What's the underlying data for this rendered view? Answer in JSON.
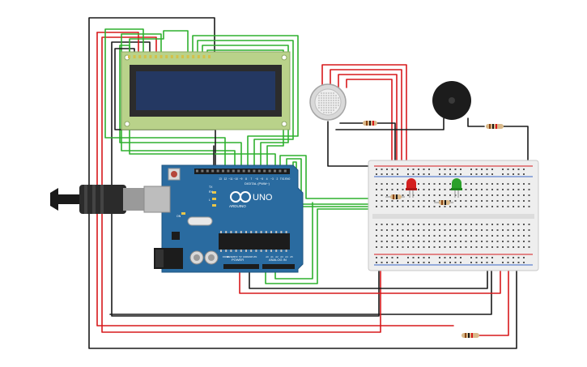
{
  "arduino": {
    "brand": "ARDUINO",
    "model": "UNO",
    "digital_label": "DIGITAL (PWM~)",
    "power_label": "POWER",
    "analog_label": "ANALOG IN",
    "tx_label": "TX",
    "rx_label": "RX",
    "l_label": "L",
    "on_label": "ON",
    "aref_label": "AREF",
    "gnd_label": "GND",
    "digital_pins": [
      "13",
      "12",
      "~11",
      "~10",
      "~9",
      "8",
      "7",
      "~6",
      "~5",
      "4",
      "~3",
      "2",
      "TX1",
      "RX0"
    ],
    "power_pins": [
      "IOREF",
      "RESET",
      "3V3",
      "5V",
      "GND",
      "GND",
      "VIN"
    ],
    "analog_pins": [
      "A0",
      "A1",
      "A2",
      "A3",
      "A4",
      "A5"
    ]
  },
  "colors": {
    "board": "#2a6ba0",
    "lcd_frame": "#b9d28a",
    "lcd_screen": "#243862",
    "wire_black": "#1a1a1a",
    "wire_red": "#d7191c",
    "wire_green": "#2fb02f",
    "breadboard": "#f0f0f0",
    "led_red": "#d42020",
    "led_green": "#2aa02a"
  },
  "components": {
    "lcd": "lcd-16x2",
    "gas_sensor": "gas-sensor",
    "buzzer": "piezo-buzzer",
    "breadboard": "breadboard",
    "usb_cable": "usb-cable"
  }
}
